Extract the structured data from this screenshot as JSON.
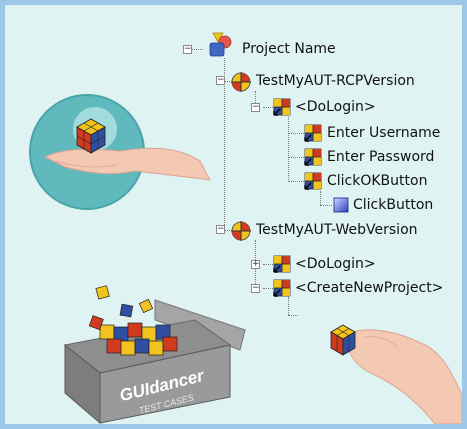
{
  "tree": {
    "root": {
      "label": "Project Name",
      "expander": "−",
      "icon": "project-shapes-icon"
    },
    "test_suites": [
      {
        "label": "TestMyAUT-RCPVersion",
        "expander": "−",
        "icon": "test-suite-crosshair-icon",
        "children": [
          {
            "label": "<DoLogin>",
            "expander": "−",
            "icon": "test-case-grid-icon",
            "children": [
              {
                "label": "Enter Username",
                "icon": "test-case-grid-icon"
              },
              {
                "label": "Enter Password",
                "icon": "test-case-grid-icon"
              },
              {
                "label": "ClickOKButton",
                "icon": "test-case-grid-icon",
                "children": [
                  {
                    "label": "ClickButton",
                    "icon": "test-step-blue-square-icon"
                  }
                ]
              }
            ]
          }
        ]
      },
      {
        "label": "TestMyAUT-WebVersion",
        "expander": "−",
        "icon": "test-suite-crosshair-icon",
        "children": [
          {
            "label": "<DoLogin>",
            "expander": "+",
            "icon": "test-case-grid-icon"
          },
          {
            "label": "<CreateNewProject>",
            "expander": "−",
            "icon": "test-case-grid-icon"
          }
        ]
      }
    ]
  },
  "box_logo": {
    "brand": "GUIdancer",
    "subtitle": "TEST CASES"
  },
  "colors": {
    "frame": "#9ec6e6",
    "background": "#dff3f2",
    "cube_yellow": "#f2c31c",
    "cube_red": "#d03a1e",
    "cube_blue": "#2f4fa3",
    "circle": "#5fb9bd"
  }
}
